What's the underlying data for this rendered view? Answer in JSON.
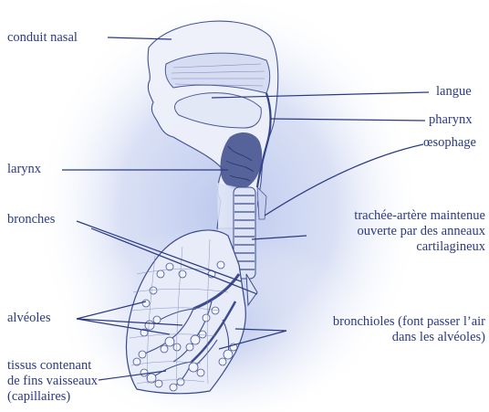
{
  "labels": {
    "conduit_nasal": "conduit nasal",
    "langue": "langue",
    "pharynx": "pharynx",
    "oesophage": "œsophage",
    "larynx": "larynx",
    "trachee_line1": "trachée-artère maintenue",
    "trachee_line2": "ouverte par des anneaux",
    "trachee_line3": "cartilagineux",
    "bronches": "bronches",
    "alveoles": "alvéoles",
    "bronchioles_line1": "bronchioles (font passer l’air",
    "bronchioles_line2": "dans les alvéoles)",
    "tissus_line1": "tissus contenant",
    "tissus_line2": "de fins vaisseaux",
    "tissus_line3": "(capillaires)"
  },
  "colors": {
    "ink": "#2b3a82",
    "glow": "#b8c5ec",
    "body_fill": "#f4f6fc",
    "background": "#ffffff"
  }
}
